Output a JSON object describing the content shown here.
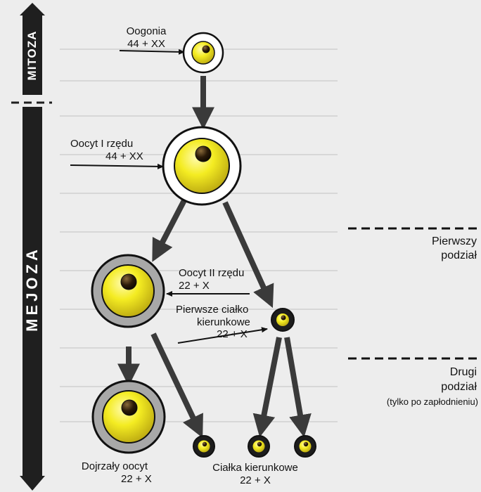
{
  "phases": {
    "mitosis": "MITOZA",
    "meiosis": "MEJOZA"
  },
  "labels": {
    "oogonia_name": "Oogonia",
    "oogonia_karyotype": "44 + XX",
    "oocyte1_name": "Oocyt I rzędu",
    "oocyte1_karyotype": "44 + XX",
    "oocyte2_name": "Oocyt II rzędu",
    "oocyte2_karyotype": "22 + X",
    "polar1_line1": "Pierwsze ciałko",
    "polar1_line2": "kierunkowe",
    "polar1_karyotype": "22 + X",
    "mature_name": "Dojrzały oocyt",
    "mature_karyotype": "22 + X",
    "polar_bodies_name": "Ciałka kierunkowe",
    "polar_bodies_karyotype": "22 + X"
  },
  "divisions": {
    "first_line1": "Pierwszy",
    "first_line2": "podział",
    "second_line1": "Drugi",
    "second_line2": "podział",
    "second_note": "(tylko po zapłodnieniu)"
  },
  "colors": {
    "axis": "#1f1f1f",
    "arrow": "#3a3a3a",
    "yolk": "#f2ea1e",
    "ring_gray": "#a8a8a8",
    "nucleus": "#2a1a08"
  }
}
